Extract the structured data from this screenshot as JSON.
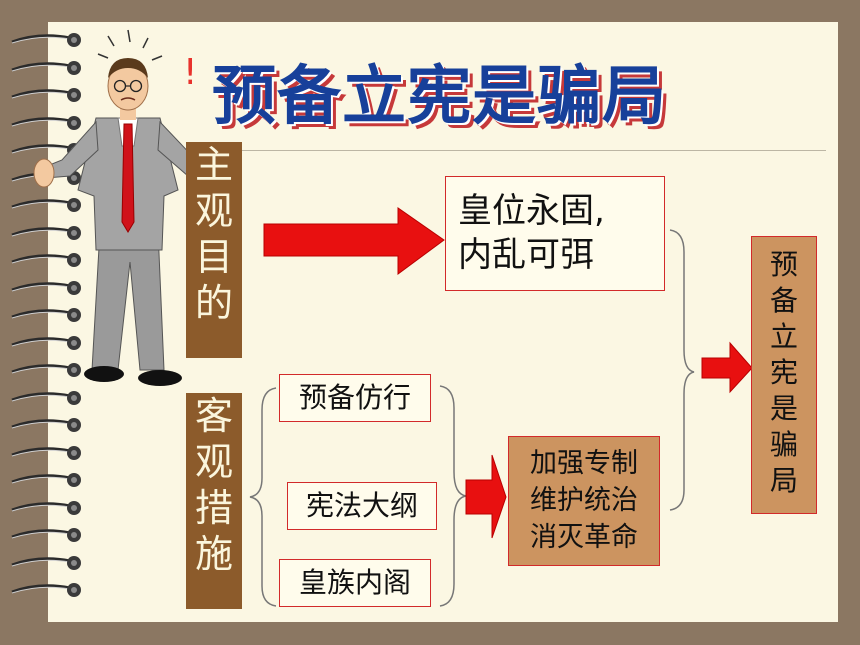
{
  "title": "预备立宪是骗局",
  "exclaim": "!",
  "subjective_label": "主观目的",
  "objective_label": "客观措施",
  "goal": [
    "皇位永固,",
    "内乱可弭"
  ],
  "measures": [
    "预备仿行",
    "宪法大纲",
    "皇族内阁"
  ],
  "result": [
    "加强专制",
    "维护统治",
    "消灭革命"
  ],
  "conclusion": "预备立宪是骗局",
  "colors": {
    "title_blue": "#17409a",
    "title_shadow": "#c6393a",
    "label_brown": "#8c5b2b",
    "box_tan": "#cc9460",
    "arrow_red": "#e81010",
    "border_red": "#d22a2a",
    "paper": "#fbf7e3",
    "frame": "#8b7762"
  },
  "icons": [
    "spiral-binding-ring",
    "confused-businessman-figure",
    "right-arrow"
  ]
}
